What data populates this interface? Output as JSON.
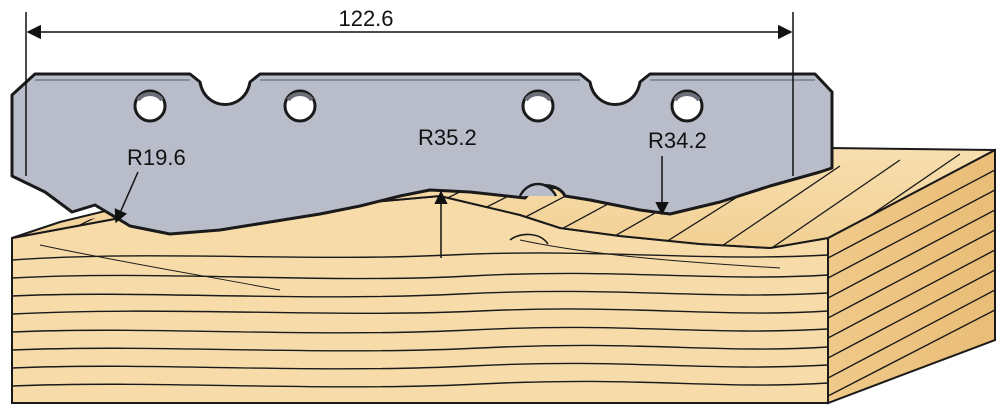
{
  "dimensions": {
    "overall_width": "122.6",
    "radius_left": "R19.6",
    "radius_center": "R35.2",
    "radius_right": "R34.2"
  },
  "colors": {
    "blade": "#b9bdca",
    "blade_outline": "#1a1a1a",
    "wood_light": "#f7dcaa",
    "wood_mid": "#f1cd8f",
    "wood_dark": "#e6b870",
    "wood_line": "#1a1a1a",
    "dimension_line": "#111111"
  },
  "icons": {
    "mounting_hole": "circle-hole-icon",
    "arrow": "arrowhead-icon"
  }
}
